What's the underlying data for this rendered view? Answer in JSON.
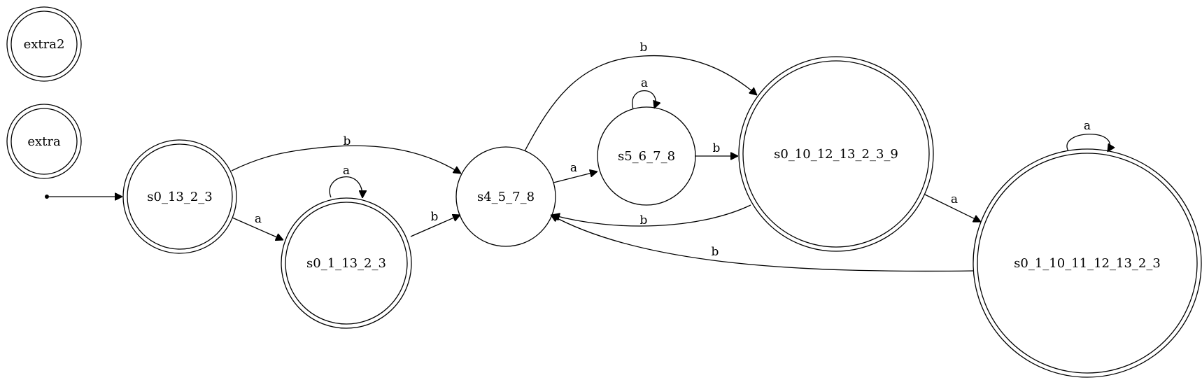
{
  "nodes": {
    "extra2": {
      "label": "extra2",
      "accepting": true
    },
    "extra": {
      "label": "extra",
      "accepting": true
    },
    "s0_13_2_3": {
      "label": "s0_13_2_3",
      "accepting": true
    },
    "s0_1_13_2_3": {
      "label": "s0_1_13_2_3",
      "accepting": true
    },
    "s4_5_7_8": {
      "label": "s4_5_7_8",
      "accepting": false
    },
    "s5_6_7_8": {
      "label": "s5_6_7_8",
      "accepting": false
    },
    "s0_10_12_13_2_3_9": {
      "label": "s0_10_12_13_2_3_9",
      "accepting": true
    },
    "s0_1_10_11_12_13_2_3": {
      "label": "s0_1_10_11_12_13_2_3",
      "accepting": true
    }
  },
  "edges": [
    {
      "from": "start",
      "to": "s0_13_2_3",
      "label": ""
    },
    {
      "from": "s0_13_2_3",
      "to": "s4_5_7_8",
      "label": "b"
    },
    {
      "from": "s0_13_2_3",
      "to": "s0_1_13_2_3",
      "label": "a"
    },
    {
      "from": "s0_1_13_2_3",
      "to": "s0_1_13_2_3",
      "label": "a"
    },
    {
      "from": "s0_1_13_2_3",
      "to": "s4_5_7_8",
      "label": "b"
    },
    {
      "from": "s4_5_7_8",
      "to": "s5_6_7_8",
      "label": "a"
    },
    {
      "from": "s4_5_7_8",
      "to": "s0_10_12_13_2_3_9",
      "label": "b"
    },
    {
      "from": "s5_6_7_8",
      "to": "s5_6_7_8",
      "label": "a"
    },
    {
      "from": "s5_6_7_8",
      "to": "s0_10_12_13_2_3_9",
      "label": "b"
    },
    {
      "from": "s0_10_12_13_2_3_9",
      "to": "s4_5_7_8",
      "label": "b"
    },
    {
      "from": "s0_10_12_13_2_3_9",
      "to": "s0_1_10_11_12_13_2_3",
      "label": "a"
    },
    {
      "from": "s0_1_10_11_12_13_2_3",
      "to": "s0_1_10_11_12_13_2_3",
      "label": "a"
    },
    {
      "from": "s0_1_10_11_12_13_2_3",
      "to": "s4_5_7_8",
      "label": "b"
    }
  ]
}
